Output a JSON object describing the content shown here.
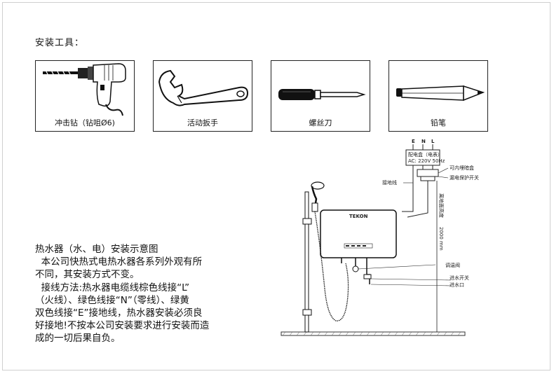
{
  "tools_heading": "安装工具：",
  "tools": [
    {
      "label": "冲击钻（钻咀Ø6)",
      "icon": "impact-drill-icon"
    },
    {
      "label": "活动扳手",
      "icon": "adjustable-wrench-icon"
    },
    {
      "label": "螺丝刀",
      "icon": "screwdriver-icon"
    },
    {
      "label": "铅笔",
      "icon": "pencil-icon"
    }
  ],
  "description": {
    "title": "热水器（水、电）安装示意图",
    "lines": [
      "  本公司快热式电热水器各系列外观有所",
      "不同，其安装方式不变。",
      "  接线方法:热水器电缆线棕色线接“L”",
      "（火线）、绿色线接“N”（零线）、绿黄",
      "双色线接“E”接地线，热水器安装必须良",
      "好接地!不按本公司安装要求进行安装而造",
      "成的一切后果自负。"
    ]
  },
  "diagram": {
    "terminals": [
      "E",
      "N",
      "L"
    ],
    "panel_line1": "配电盒（电表）",
    "panel_line2": "AC: 220V 50Hz",
    "junction_box": "可内埋暗盒",
    "leakage_switch": "漏电保护开关",
    "ground_wire": "接地线",
    "height_label1": "离地面高度",
    "height_label2": "2000 mm",
    "heater_brand": "TEKON",
    "temp_valve": "调温阀",
    "inlet_switch": "进水开关",
    "inlet": "进水口"
  }
}
